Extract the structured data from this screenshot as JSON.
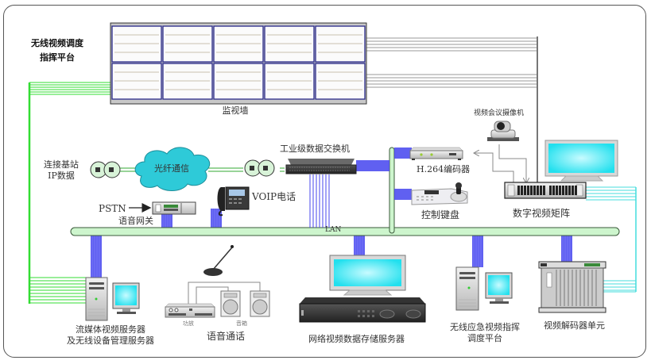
{
  "title": {
    "line1": "无线视频调度",
    "line2": "指挥平台"
  },
  "labels": {
    "video_wall": "监视墙",
    "base_station_line1": "连接基站",
    "base_station_line2": "IP数据",
    "fiber": "光纤通信",
    "switch": "工业级数据交换机",
    "voip": "VOIP电话",
    "pstn": "PSTN",
    "voice_gateway": "语音网关",
    "lan": "LAN",
    "camera": "视频会议摄像机",
    "encoder": "H.264编码器",
    "keyboard": "控制键盘",
    "matrix": "数字视频矩阵",
    "streaming_server_line1": "流媒体视频服务器",
    "streaming_server_line2": "及无线设备管理服务器",
    "amplifier": "功放",
    "speakers": "音箱",
    "voice_call": "语音通话",
    "nvr": "网络视频数据存储服务器",
    "dispatch_line1": "无线应急视频指挥",
    "dispatch_line2": "调度平台",
    "decoder": "视频解码器单元"
  },
  "colors": {
    "lan_bus": "#cdf5cd",
    "lan_border": "#3a5a3a",
    "blue_cable": "#4444ee",
    "green_cable": "#33dd33",
    "cyan_cable": "#44dddd",
    "gray_cable": "#888888",
    "screen": "#33e6f0",
    "cloud": "#2ecad8",
    "wall_border": "#2a2a8a"
  }
}
